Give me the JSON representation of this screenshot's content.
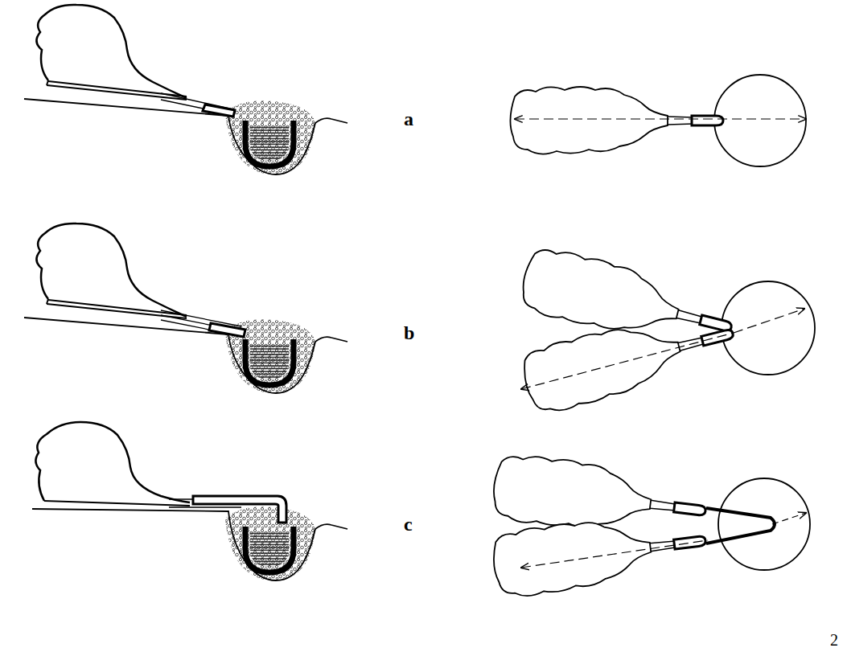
{
  "diagram": {
    "labels": [
      "a",
      "b",
      "c",
      "2"
    ]
  }
}
